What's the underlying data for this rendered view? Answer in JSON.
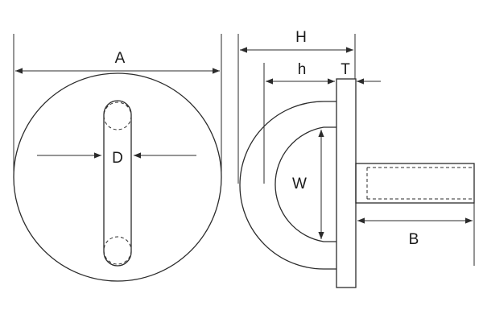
{
  "labels": {
    "A": "A",
    "D": "D",
    "H": "H",
    "h": "h",
    "T": "T",
    "W": "W",
    "B": "B"
  },
  "colors": {
    "line": "#2b2b2b",
    "background": "#ffffff"
  }
}
